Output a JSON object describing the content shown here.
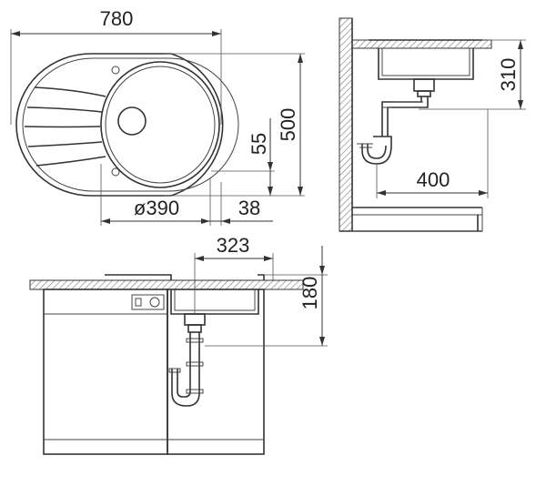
{
  "dimensions": {
    "overall_width": "780",
    "overall_depth": "500",
    "bowl_diameter": "ø390",
    "bowl_offset": "38",
    "drain_offset": "55",
    "cabinet_depth": "400",
    "side_height": "310",
    "front_width": "323",
    "front_height": "180"
  },
  "colors": {
    "line": "#333333",
    "hatch": "#777777",
    "background": "#ffffff"
  }
}
